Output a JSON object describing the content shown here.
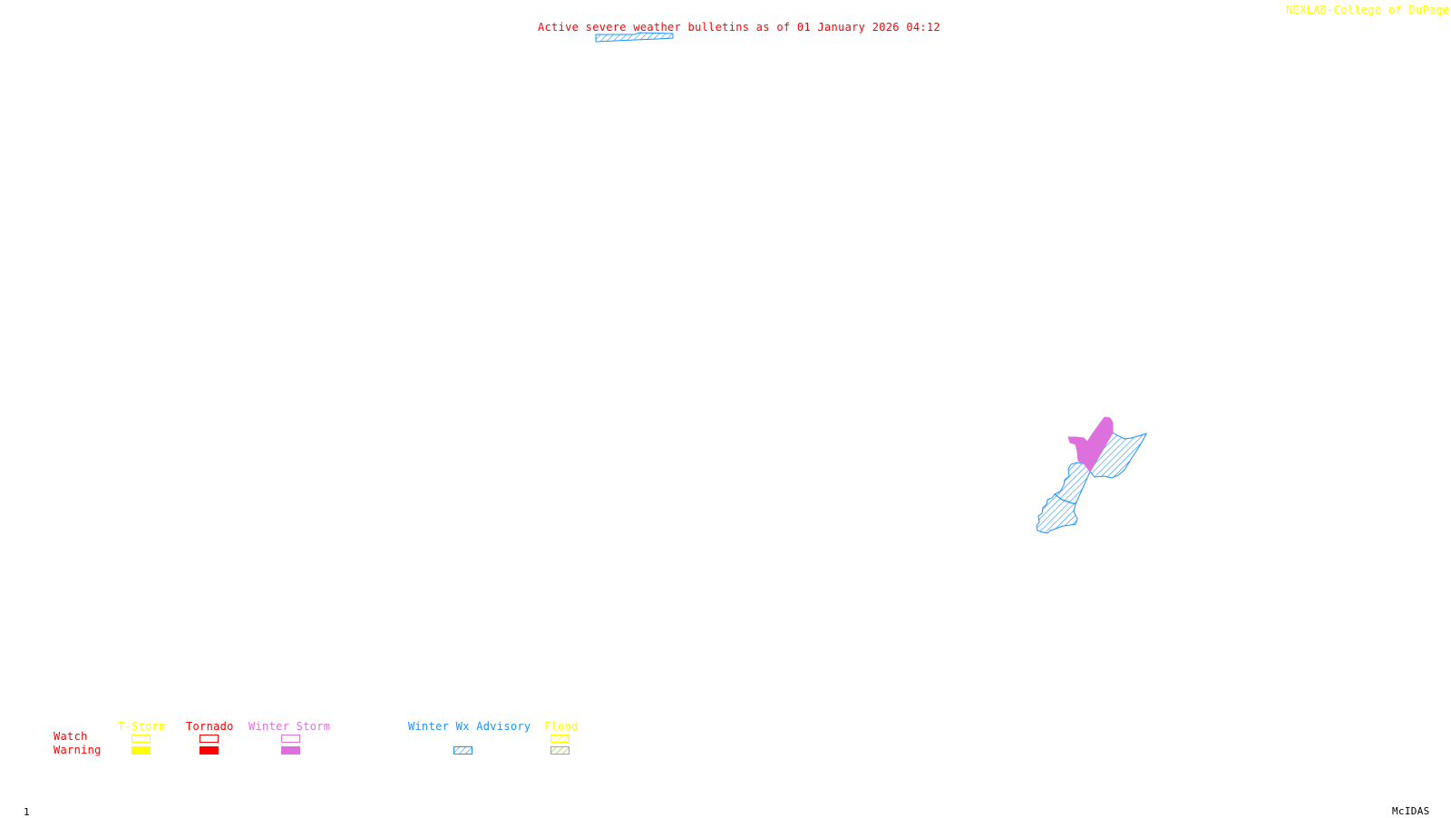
{
  "header": {
    "title": "Active severe weather bulletins as of 01 January 2026 04:12",
    "credit": "NEXLAB-College of DuPage"
  },
  "footer": {
    "frame_number": "1",
    "software": "McIDAS"
  },
  "colors": {
    "title": "#ff0000",
    "credit": "#ffff00",
    "tstorm": "#ffff00",
    "tornado": "#ff0000",
    "winter_storm": "#dd70dd",
    "winter_wx_advisory": "#1e90ff",
    "flood_watch": "#ffff00",
    "flood_warning": "#7fcc28",
    "row_labels": "#ff0000"
  },
  "legend": {
    "row_labels": {
      "watch": "Watch",
      "warning": "Warning"
    },
    "categories": [
      {
        "id": "tstorm",
        "label": "T-Storm",
        "watch": "outline",
        "warning": "solid"
      },
      {
        "id": "tornado",
        "label": "Tornado",
        "watch": "outline",
        "warning": "solid"
      },
      {
        "id": "winter_storm",
        "label": "Winter Storm",
        "watch": "outline",
        "warning": "solid"
      },
      {
        "id": "winter_wx_advisory",
        "label": "Winter Wx Advisory",
        "watch": "none",
        "warning": "hatched"
      },
      {
        "id": "flood",
        "label": "Flood",
        "watch": "hatched",
        "warning": "hatched"
      }
    ]
  },
  "map": {
    "active_bulletins": [
      {
        "type": "Winter Storm Warning",
        "style": "solid"
      },
      {
        "type": "Winter Wx Advisory",
        "style": "hatched"
      }
    ]
  }
}
